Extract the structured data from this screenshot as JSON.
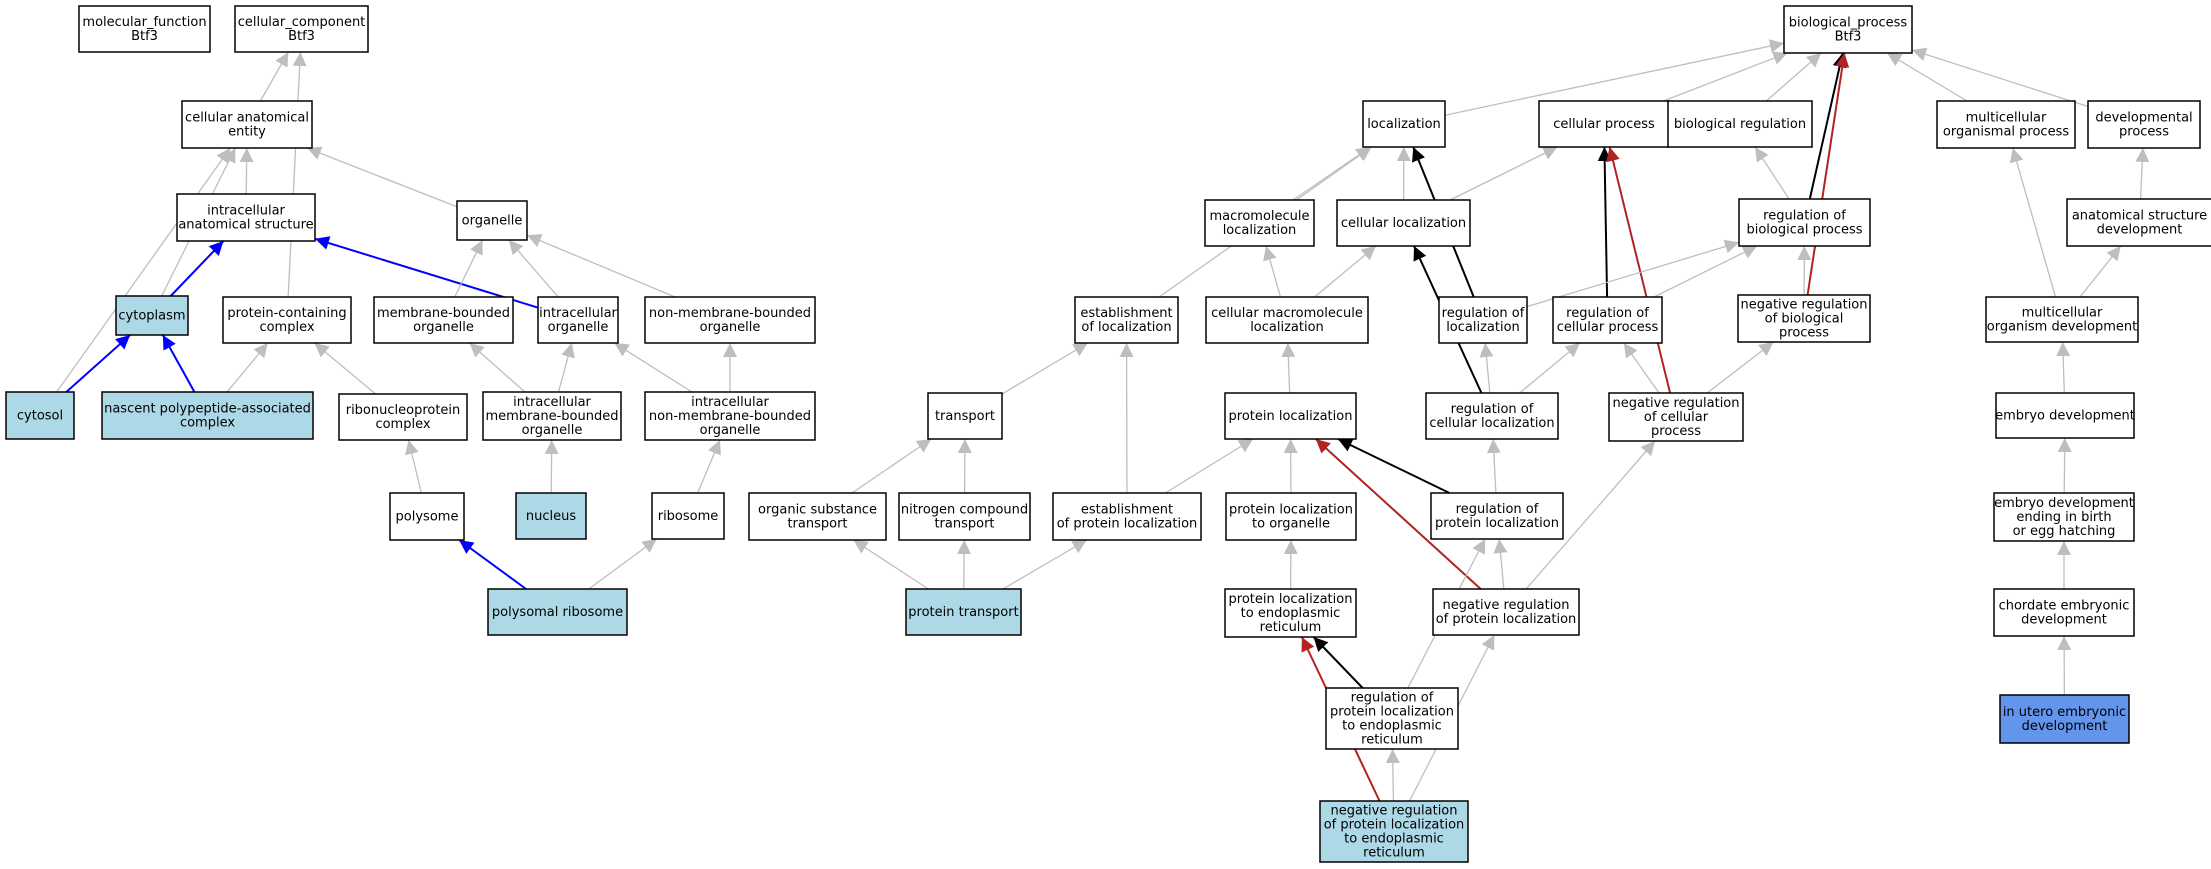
{
  "colors": {
    "node_default": "#ffffff",
    "node_annotated": "#add8e6",
    "node_focus": "#6495ed",
    "edge_is_a": "#bebebe",
    "edge_part_of": "#0000ff",
    "edge_regulates": "#000000",
    "edge_negatively_regulates": "#b22222",
    "border": "#000000"
  },
  "nodes": [
    {
      "id": "mf",
      "lines": [
        "molecular_function",
        "Btf3"
      ],
      "fill": "default"
    },
    {
      "id": "cc",
      "lines": [
        "cellular_component",
        "Btf3"
      ],
      "fill": "default"
    },
    {
      "id": "cae",
      "lines": [
        "cellular anatomical",
        "entity"
      ],
      "fill": "default"
    },
    {
      "id": "ias",
      "lines": [
        "intracellular",
        "anatomical structure"
      ],
      "fill": "default"
    },
    {
      "id": "organelle",
      "lines": [
        "organelle"
      ],
      "fill": "default"
    },
    {
      "id": "cytoplasm",
      "lines": [
        "cytoplasm"
      ],
      "fill": "annotated"
    },
    {
      "id": "pcc",
      "lines": [
        "protein-containing",
        "complex"
      ],
      "fill": "default"
    },
    {
      "id": "mbo",
      "lines": [
        "membrane-bounded",
        "organelle"
      ],
      "fill": "default"
    },
    {
      "id": "io",
      "lines": [
        "intracellular",
        "organelle"
      ],
      "fill": "default"
    },
    {
      "id": "nmbo",
      "lines": [
        "non-membrane-bounded",
        "organelle"
      ],
      "fill": "default"
    },
    {
      "id": "cytosol",
      "lines": [
        "cytosol"
      ],
      "fill": "annotated"
    },
    {
      "id": "npac",
      "lines": [
        "nascent polypeptide-associated",
        "complex"
      ],
      "fill": "annotated"
    },
    {
      "id": "rnp",
      "lines": [
        "ribonucleoprotein",
        "complex"
      ],
      "fill": "default"
    },
    {
      "id": "imbo",
      "lines": [
        "intracellular",
        "membrane-bounded",
        "organelle"
      ],
      "fill": "default"
    },
    {
      "id": "inmbo",
      "lines": [
        "intracellular",
        "non-membrane-bounded",
        "organelle"
      ],
      "fill": "default"
    },
    {
      "id": "polysome",
      "lines": [
        "polysome"
      ],
      "fill": "default"
    },
    {
      "id": "nucleus",
      "lines": [
        "nucleus"
      ],
      "fill": "annotated"
    },
    {
      "id": "ribosome",
      "lines": [
        "ribosome"
      ],
      "fill": "default"
    },
    {
      "id": "polyribo",
      "lines": [
        "polysomal ribosome"
      ],
      "fill": "annotated"
    },
    {
      "id": "bp",
      "lines": [
        "biological_process",
        "Btf3"
      ],
      "fill": "default"
    },
    {
      "id": "loc",
      "lines": [
        "localization"
      ],
      "fill": "default"
    },
    {
      "id": "cellproc",
      "lines": [
        "cellular process"
      ],
      "fill": "default"
    },
    {
      "id": "bioreg",
      "lines": [
        "biological regulation"
      ],
      "fill": "default"
    },
    {
      "id": "mop",
      "lines": [
        "multicellular",
        "organismal process"
      ],
      "fill": "default"
    },
    {
      "id": "devp",
      "lines": [
        "developmental",
        "process"
      ],
      "fill": "default"
    },
    {
      "id": "macloc",
      "lines": [
        "macromolecule",
        "localization"
      ],
      "fill": "default"
    },
    {
      "id": "cellloc",
      "lines": [
        "cellular localization"
      ],
      "fill": "default"
    },
    {
      "id": "regbp",
      "lines": [
        "regulation of",
        "biological process"
      ],
      "fill": "default"
    },
    {
      "id": "asd",
      "lines": [
        "anatomical structure",
        "development"
      ],
      "fill": "default"
    },
    {
      "id": "estloc",
      "lines": [
        "establishment",
        "of localization"
      ],
      "fill": "default"
    },
    {
      "id": "cmacloc",
      "lines": [
        "cellular macromolecule",
        "localization"
      ],
      "fill": "default"
    },
    {
      "id": "regloc",
      "lines": [
        "regulation of",
        "localization"
      ],
      "fill": "default"
    },
    {
      "id": "regcp",
      "lines": [
        "regulation of",
        "cellular process"
      ],
      "fill": "default"
    },
    {
      "id": "negregbp",
      "lines": [
        "negative regulation",
        "of biological",
        "process"
      ],
      "fill": "default"
    },
    {
      "id": "mod",
      "lines": [
        "multicellular",
        "organism development"
      ],
      "fill": "default"
    },
    {
      "id": "transport",
      "lines": [
        "transport"
      ],
      "fill": "default"
    },
    {
      "id": "protloc",
      "lines": [
        "protein localization"
      ],
      "fill": "default"
    },
    {
      "id": "regcloc",
      "lines": [
        "regulation of",
        "cellular localization"
      ],
      "fill": "default"
    },
    {
      "id": "negregcp",
      "lines": [
        "negative regulation",
        "of cellular",
        "process"
      ],
      "fill": "default"
    },
    {
      "id": "embdev",
      "lines": [
        "embryo development"
      ],
      "fill": "default"
    },
    {
      "id": "ost",
      "lines": [
        "organic substance",
        "transport"
      ],
      "fill": "default"
    },
    {
      "id": "nct",
      "lines": [
        "nitrogen compound",
        "transport"
      ],
      "fill": "default"
    },
    {
      "id": "estprotloc",
      "lines": [
        "establishment",
        "of protein localization"
      ],
      "fill": "default"
    },
    {
      "id": "protloco",
      "lines": [
        "protein localization",
        "to organelle"
      ],
      "fill": "default"
    },
    {
      "id": "regprotloc",
      "lines": [
        "regulation of",
        "protein localization"
      ],
      "fill": "default"
    },
    {
      "id": "edeb",
      "lines": [
        "embryo development",
        "ending in birth",
        "or egg hatching"
      ],
      "fill": "default"
    },
    {
      "id": "prottrans",
      "lines": [
        "protein transport"
      ],
      "fill": "annotated"
    },
    {
      "id": "protloer",
      "lines": [
        "protein localization",
        "to endoplasmic",
        "reticulum"
      ],
      "fill": "default"
    },
    {
      "id": "negregprotloc",
      "lines": [
        "negative regulation",
        "of protein localization"
      ],
      "fill": "default"
    },
    {
      "id": "chordate",
      "lines": [
        "chordate embryonic",
        "development"
      ],
      "fill": "default"
    },
    {
      "id": "regprotloer",
      "lines": [
        "regulation of",
        "protein localization",
        "to endoplasmic",
        "reticulum"
      ],
      "fill": "default"
    },
    {
      "id": "inutero",
      "lines": [
        "in utero embryonic",
        "development"
      ],
      "fill": "focus"
    },
    {
      "id": "negregprotloer",
      "lines": [
        "negative regulation",
        "of protein localization",
        "to endoplasmic",
        "reticulum"
      ],
      "fill": "annotated"
    }
  ],
  "edges": [
    {
      "from": "cae",
      "to": "cc",
      "type": "is_a"
    },
    {
      "from": "pcc",
      "to": "cc",
      "type": "is_a"
    },
    {
      "from": "ias",
      "to": "cae",
      "type": "is_a"
    },
    {
      "from": "organelle",
      "to": "cae",
      "type": "is_a"
    },
    {
      "from": "cytoplasm",
      "to": "cae",
      "type": "is_a"
    },
    {
      "from": "cytosol",
      "to": "cae",
      "type": "is_a"
    },
    {
      "from": "cytoplasm",
      "to": "ias",
      "type": "part_of"
    },
    {
      "from": "io",
      "to": "ias",
      "type": "part_of"
    },
    {
      "from": "cytosol",
      "to": "cytoplasm",
      "type": "part_of"
    },
    {
      "from": "npac",
      "to": "cytoplasm",
      "type": "part_of"
    },
    {
      "from": "npac",
      "to": "pcc",
      "type": "is_a"
    },
    {
      "from": "rnp",
      "to": "pcc",
      "type": "is_a"
    },
    {
      "from": "mbo",
      "to": "organelle",
      "type": "is_a"
    },
    {
      "from": "io",
      "to": "organelle",
      "type": "is_a"
    },
    {
      "from": "nmbo",
      "to": "organelle",
      "type": "is_a"
    },
    {
      "from": "imbo",
      "to": "mbo",
      "type": "is_a"
    },
    {
      "from": "imbo",
      "to": "io",
      "type": "is_a"
    },
    {
      "from": "inmbo",
      "to": "io",
      "type": "is_a"
    },
    {
      "from": "inmbo",
      "to": "nmbo",
      "type": "is_a"
    },
    {
      "from": "polysome",
      "to": "rnp",
      "type": "is_a"
    },
    {
      "from": "nucleus",
      "to": "imbo",
      "type": "is_a"
    },
    {
      "from": "ribosome",
      "to": "inmbo",
      "type": "is_a"
    },
    {
      "from": "polyribo",
      "to": "polysome",
      "type": "part_of"
    },
    {
      "from": "polyribo",
      "to": "ribosome",
      "type": "is_a"
    },
    {
      "from": "loc",
      "to": "bp",
      "type": "is_a"
    },
    {
      "from": "cellproc",
      "to": "bp",
      "type": "is_a"
    },
    {
      "from": "bioreg",
      "to": "bp",
      "type": "is_a"
    },
    {
      "from": "mop",
      "to": "bp",
      "type": "is_a"
    },
    {
      "from": "devp",
      "to": "bp",
      "type": "is_a"
    },
    {
      "from": "regbp",
      "to": "bp",
      "type": "regulates"
    },
    {
      "from": "negregbp",
      "to": "bp",
      "type": "negatively_regulates"
    },
    {
      "from": "macloc",
      "to": "loc",
      "type": "is_a"
    },
    {
      "from": "cellloc",
      "to": "loc",
      "type": "is_a"
    },
    {
      "from": "estloc",
      "to": "loc",
      "type": "is_a"
    },
    {
      "from": "regloc",
      "to": "loc",
      "type": "regulates"
    },
    {
      "from": "cellloc",
      "to": "cellproc",
      "type": "is_a"
    },
    {
      "from": "regcp",
      "to": "cellproc",
      "type": "regulates"
    },
    {
      "from": "negregcp",
      "to": "cellproc",
      "type": "negatively_regulates"
    },
    {
      "from": "regbp",
      "to": "bioreg",
      "type": "is_a"
    },
    {
      "from": "mod",
      "to": "mop",
      "type": "is_a"
    },
    {
      "from": "asd",
      "to": "devp",
      "type": "is_a"
    },
    {
      "from": "cmacloc",
      "to": "macloc",
      "type": "is_a"
    },
    {
      "from": "cmacloc",
      "to": "cellloc",
      "type": "is_a"
    },
    {
      "from": "regcloc",
      "to": "cellloc",
      "type": "regulates"
    },
    {
      "from": "regloc",
      "to": "regbp",
      "type": "is_a"
    },
    {
      "from": "regcp",
      "to": "regbp",
      "type": "is_a"
    },
    {
      "from": "negregbp",
      "to": "regbp",
      "type": "is_a"
    },
    {
      "from": "mod",
      "to": "asd",
      "type": "is_a"
    },
    {
      "from": "transport",
      "to": "estloc",
      "type": "is_a"
    },
    {
      "from": "estprotloc",
      "to": "estloc",
      "type": "is_a"
    },
    {
      "from": "protloc",
      "to": "cmacloc",
      "type": "is_a"
    },
    {
      "from": "regcloc",
      "to": "regloc",
      "type": "is_a"
    },
    {
      "from": "regcloc",
      "to": "regcp",
      "type": "is_a"
    },
    {
      "from": "negregcp",
      "to": "regcp",
      "type": "is_a"
    },
    {
      "from": "negregcp",
      "to": "negregbp",
      "type": "is_a"
    },
    {
      "from": "embdev",
      "to": "mod",
      "type": "is_a"
    },
    {
      "from": "ost",
      "to": "transport",
      "type": "is_a"
    },
    {
      "from": "nct",
      "to": "transport",
      "type": "is_a"
    },
    {
      "from": "estprotloc",
      "to": "protloc",
      "type": "is_a"
    },
    {
      "from": "protloco",
      "to": "protloc",
      "type": "is_a"
    },
    {
      "from": "regprotloc",
      "to": "protloc",
      "type": "regulates"
    },
    {
      "from": "negregprotloc",
      "to": "protloc",
      "type": "negatively_regulates"
    },
    {
      "from": "regprotloc",
      "to": "regcloc",
      "type": "is_a"
    },
    {
      "from": "negregprotloc",
      "to": "negregcp",
      "type": "is_a"
    },
    {
      "from": "edeb",
      "to": "embdev",
      "type": "is_a"
    },
    {
      "from": "prottrans",
      "to": "ost",
      "type": "is_a"
    },
    {
      "from": "prottrans",
      "to": "nct",
      "type": "is_a"
    },
    {
      "from": "prottrans",
      "to": "estprotloc",
      "type": "is_a"
    },
    {
      "from": "protloer",
      "to": "protloco",
      "type": "is_a"
    },
    {
      "from": "negregprotloc",
      "to": "regprotloc",
      "type": "is_a"
    },
    {
      "from": "regprotloer",
      "to": "regprotloc",
      "type": "is_a"
    },
    {
      "from": "chordate",
      "to": "edeb",
      "type": "is_a"
    },
    {
      "from": "regprotloer",
      "to": "protloer",
      "type": "regulates"
    },
    {
      "from": "negregprotloer",
      "to": "protloer",
      "type": "negatively_regulates"
    },
    {
      "from": "negregprotloer",
      "to": "regprotloer",
      "type": "is_a"
    },
    {
      "from": "negregprotloer",
      "to": "negregprotloc",
      "type": "is_a"
    },
    {
      "from": "inutero",
      "to": "chordate",
      "type": "is_a"
    }
  ]
}
